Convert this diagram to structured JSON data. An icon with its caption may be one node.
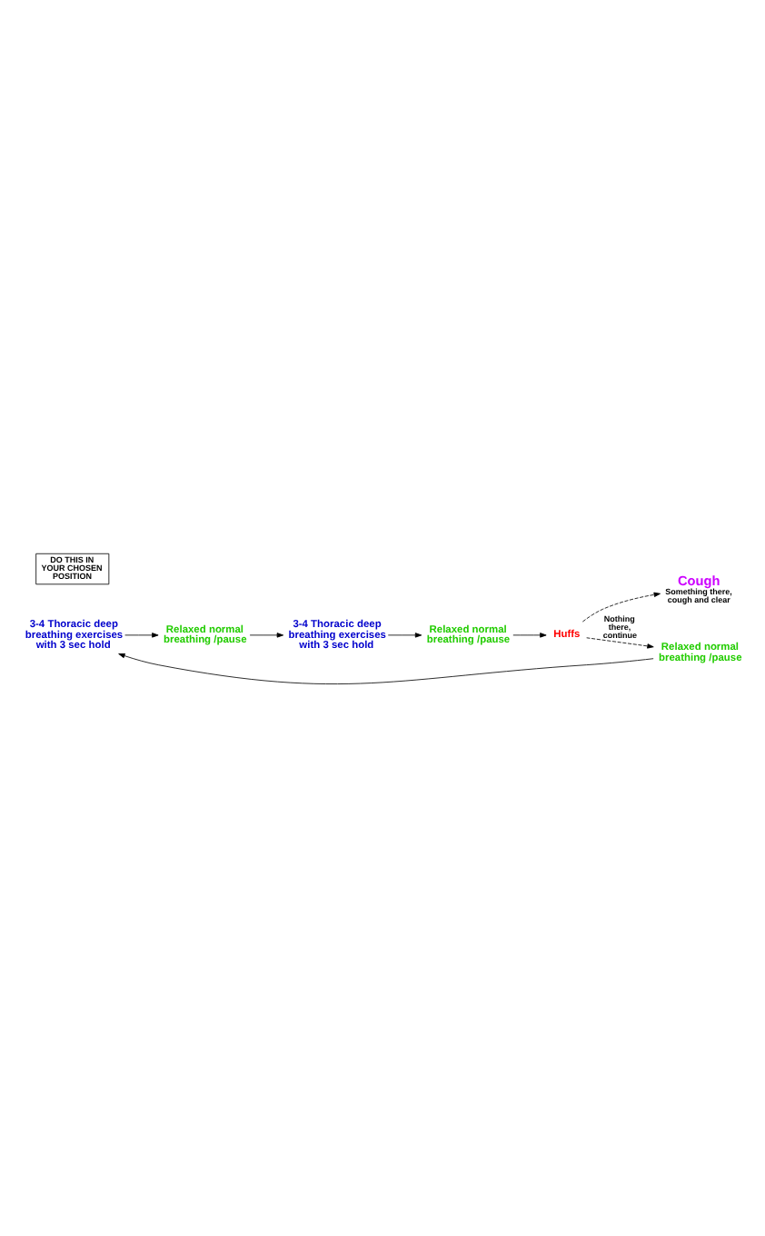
{
  "diagram": {
    "nodes": [
      {
        "text": [
          "3-4 Thoracic deep breathing exercises with 3 sec hold"
        ]
      },
      {
        "text": [
          "Relaxed normal breathing /pause"
        ]
      },
      {
        "text": [
          "3-4 Thoracic deep breathing exercises with 3 sec hold"
        ]
      },
      {
        "text": [
          "Relaxed normal breathing /pause"
        ]
      },
      {
        "text": [
          "Huffs"
        ]
      },
      {
        "text": [
          "Cough"
        ],
        "beside": [
          "Something there, cough and clear"
        ]
      },
      {
        "text": [
          "Relaxed normal breathing /pause"
        ]
      },
      {
        "text": [
          "DO THIS IN YOUR CHOSEN POSITION"
        ]
      }
    ],
    "edges": [
      {
        "from": 0,
        "to": 1,
        "arrow": "to"
      },
      {
        "from": 1,
        "to": 2,
        "arrow": "to"
      },
      {
        "from": 2,
        "to": 3,
        "arrow": "to"
      },
      {
        "from": 3,
        "to": 4,
        "arrow": "to"
      },
      {
        "from": 4,
        "to": 5,
        "arrow": "to",
        "style": "dashed"
      },
      {
        "from": 4,
        "to": 6,
        "arrow": "to",
        "style": "dashed",
        "label": "Nothing there, continue"
      },
      {
        "from": 6,
        "to": 0,
        "arrow": "to"
      }
    ]
  }
}
